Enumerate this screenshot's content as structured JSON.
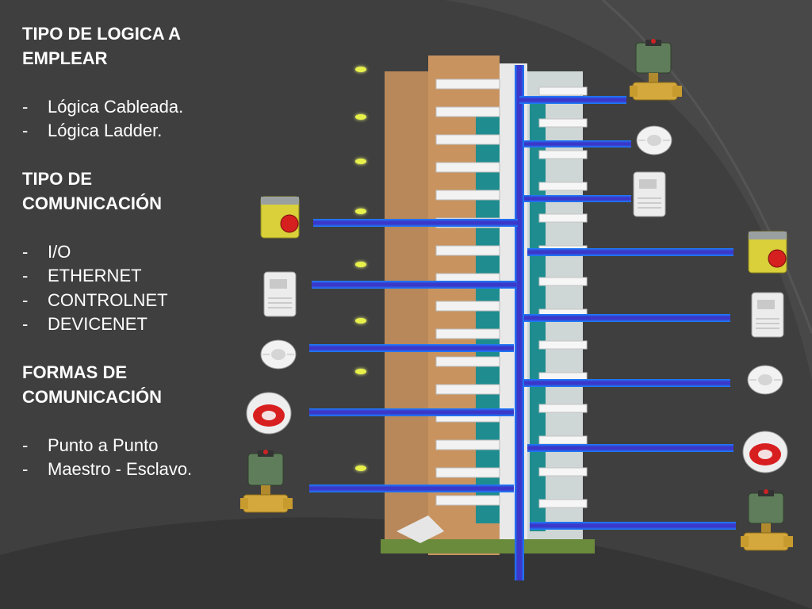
{
  "sections": [
    {
      "heading": [
        "TIPO DE LOGICA A",
        "EMPLEAR"
      ],
      "items": [
        "Lógica Cableada.",
        "Lógica Ladder."
      ]
    },
    {
      "heading": [
        "TIPO DE",
        "COMUNICACIÓN"
      ],
      "items": [
        "I/O",
        "ETHERNET",
        "CONTROLNET",
        "DEVICENET"
      ]
    },
    {
      "heading": [
        "FORMAS DE",
        "COMUNICACIÓN"
      ],
      "items": [
        "Punto a Punto",
        "Maestro - Esclavo."
      ]
    }
  ],
  "list_marker": "-",
  "colors": {
    "background": "#3f3f3f",
    "bus": "#3b37c8",
    "bus_edge": "#1a82ff",
    "led": "#e8f14a"
  },
  "devices": {
    "left": [
      "push-button-icon",
      "smoke-detector-box-icon",
      "smoke-detector-round-icon",
      "alarm-sounder-icon",
      "solenoid-valve-icon"
    ],
    "right": [
      "solenoid-valve-icon",
      "smoke-detector-round-icon",
      "smoke-detector-box-icon",
      "push-button-icon",
      "smoke-detector-box-icon",
      "smoke-detector-round-icon",
      "alarm-sounder-icon",
      "solenoid-valve-icon"
    ]
  }
}
